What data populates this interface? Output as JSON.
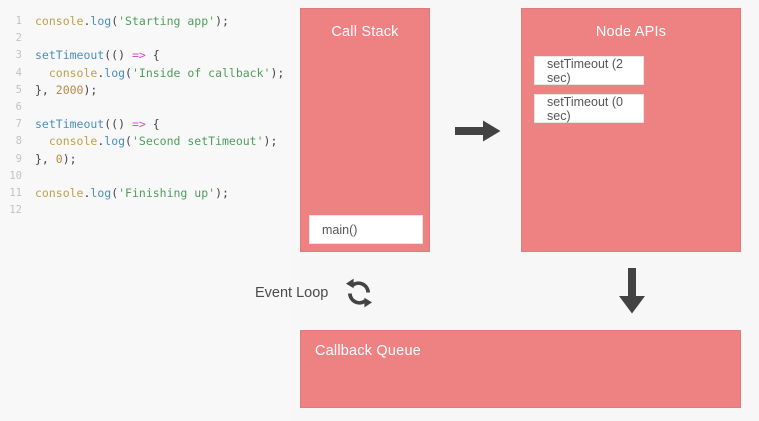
{
  "theme": {
    "background": "#f7f7f7",
    "box_fill": "#ee8181",
    "box_border": "#e07b7b",
    "box_title_color": "#ffffff",
    "card_fill": "#ffffff",
    "card_text": "#555555",
    "arrow_color": "#434343",
    "line_number_color": "#c2c2c2"
  },
  "code_panel": {
    "language": "javascript",
    "lines": [
      {
        "number": "1",
        "text": "console.log('Starting app');",
        "tokens": [
          {
            "t": "console",
            "c": "t-obj"
          },
          {
            "t": ".",
            "c": "t-punc"
          },
          {
            "t": "log",
            "c": "t-fn"
          },
          {
            "t": "(",
            "c": "t-punc"
          },
          {
            "t": "'Starting app'",
            "c": "t-str"
          },
          {
            "t": ");",
            "c": "t-punc"
          }
        ]
      },
      {
        "number": "2",
        "text": "",
        "tokens": []
      },
      {
        "number": "3",
        "text": "setTimeout(() => {",
        "tokens": [
          {
            "t": "setTimeout",
            "c": "t-fn"
          },
          {
            "t": "(() ",
            "c": "t-punc"
          },
          {
            "t": "=>",
            "c": "t-arrow"
          },
          {
            "t": " {",
            "c": "t-punc"
          }
        ]
      },
      {
        "number": "4",
        "text": "  console.log('Inside of callback');",
        "tokens": [
          {
            "t": "  ",
            "c": "t-plain"
          },
          {
            "t": "console",
            "c": "t-obj"
          },
          {
            "t": ".",
            "c": "t-punc"
          },
          {
            "t": "log",
            "c": "t-fn"
          },
          {
            "t": "(",
            "c": "t-punc"
          },
          {
            "t": "'Inside of callback'",
            "c": "t-str"
          },
          {
            "t": ");",
            "c": "t-punc"
          }
        ]
      },
      {
        "number": "5",
        "text": "}, 2000);",
        "tokens": [
          {
            "t": "}, ",
            "c": "t-punc"
          },
          {
            "t": "2000",
            "c": "t-num"
          },
          {
            "t": ");",
            "c": "t-punc"
          }
        ]
      },
      {
        "number": "6",
        "text": "",
        "tokens": []
      },
      {
        "number": "7",
        "text": "setTimeout(() => {",
        "tokens": [
          {
            "t": "setTimeout",
            "c": "t-fn"
          },
          {
            "t": "(() ",
            "c": "t-punc"
          },
          {
            "t": "=>",
            "c": "t-arrow"
          },
          {
            "t": " {",
            "c": "t-punc"
          }
        ]
      },
      {
        "number": "8",
        "text": "  console.log('Second setTimeout');",
        "tokens": [
          {
            "t": "  ",
            "c": "t-plain"
          },
          {
            "t": "console",
            "c": "t-obj"
          },
          {
            "t": ".",
            "c": "t-punc"
          },
          {
            "t": "log",
            "c": "t-fn"
          },
          {
            "t": "(",
            "c": "t-punc"
          },
          {
            "t": "'Second setTimeout'",
            "c": "t-str"
          },
          {
            "t": ");",
            "c": "t-punc"
          }
        ]
      },
      {
        "number": "9",
        "text": "}, 0);",
        "tokens": [
          {
            "t": "}, ",
            "c": "t-punc"
          },
          {
            "t": "0",
            "c": "t-num"
          },
          {
            "t": ");",
            "c": "t-punc"
          }
        ]
      },
      {
        "number": "10",
        "text": "",
        "tokens": []
      },
      {
        "number": "11",
        "text": "console.log('Finishing up');",
        "tokens": [
          {
            "t": "console",
            "c": "t-obj"
          },
          {
            "t": ".",
            "c": "t-punc"
          },
          {
            "t": "log",
            "c": "t-fn"
          },
          {
            "t": "(",
            "c": "t-punc"
          },
          {
            "t": "'Finishing up'",
            "c": "t-str"
          },
          {
            "t": ");",
            "c": "t-punc"
          }
        ]
      },
      {
        "number": "12",
        "text": "",
        "tokens": []
      }
    ]
  },
  "call_stack": {
    "title": "Call Stack",
    "frames": [
      {
        "label": "main()"
      }
    ]
  },
  "node_apis": {
    "title": "Node APIs",
    "timers": [
      {
        "label": "setTimeout (2 sec)"
      },
      {
        "label": "setTimeout (0 sec)"
      }
    ]
  },
  "callback_queue": {
    "title": "Callback Queue",
    "items": []
  },
  "event_loop": {
    "label": "Event Loop",
    "icon": "sync-circular-arrows-icon"
  },
  "arrows": {
    "call_stack_to_node_apis": "arrow-right-icon",
    "node_apis_to_callback_queue": "arrow-down-icon"
  }
}
